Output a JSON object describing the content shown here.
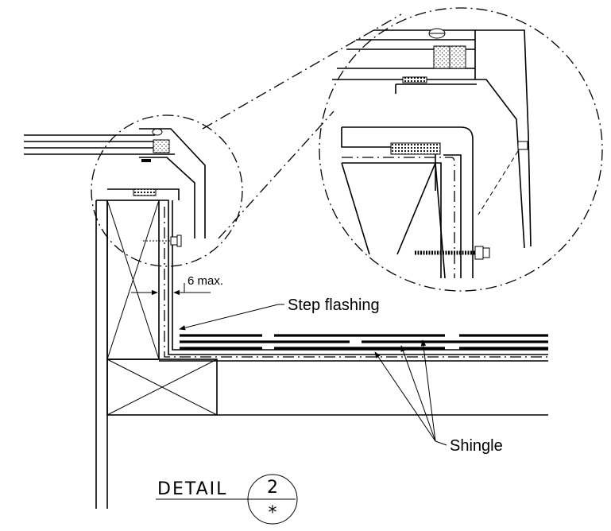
{
  "labels": {
    "step_flashing": "Step flashing",
    "shingle": "Shingle",
    "dimension": "6 max."
  },
  "detail_tag": {
    "word": "DETAIL",
    "number": "2",
    "sheet": "*"
  }
}
